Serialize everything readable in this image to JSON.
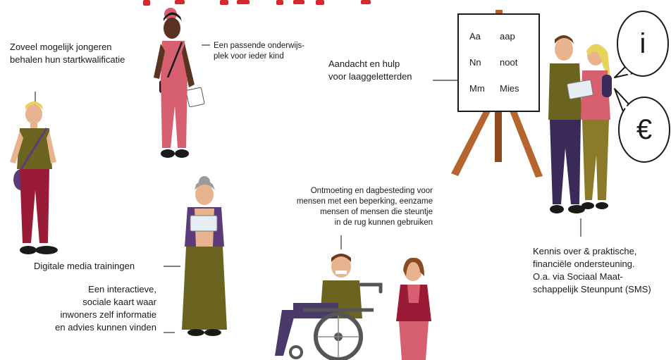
{
  "colors": {
    "title_red": "#d7282f",
    "skin_dark": "#5a3322",
    "skin_light": "#e8b48f",
    "olive": "#6b6420",
    "burgundy": "#9a1b36",
    "pink": "#d6606f",
    "purple": "#5c3b7a",
    "easel_brown": "#b5652e"
  },
  "labels": {
    "youth": [
      "Zoveel mogelijk jongeren",
      "behalen hun startkwalificatie"
    ],
    "school": [
      "Een passende onderwijs-",
      "plek voor ieder kind"
    ],
    "literacy": [
      "Aandacht en hulp",
      "voor laaggeletterden"
    ],
    "meeting": [
      "Ontmoeting en dagbesteding voor",
      "mensen met een beperking, eenzame",
      "mensen of mensen die steuntje",
      "in de rug kunnen gebruiken"
    ],
    "media": "Digitale media trainingen",
    "map": [
      "Een interactieve,",
      "sociale kaart waar",
      "inwoners zelf informatie",
      "en advies kunnen vinden"
    ],
    "financial": [
      "Kennis over & praktische,",
      "financiële ondersteuning.",
      "O.a. via Sociaal Maat-",
      "schappelijk Steunpunt (SMS)"
    ]
  },
  "board": {
    "letters": [
      "Aa",
      "Nn",
      "Mm"
    ],
    "words": [
      "aap",
      "noot",
      "Mies"
    ]
  },
  "bubbles": {
    "info": "i",
    "money": "€"
  }
}
